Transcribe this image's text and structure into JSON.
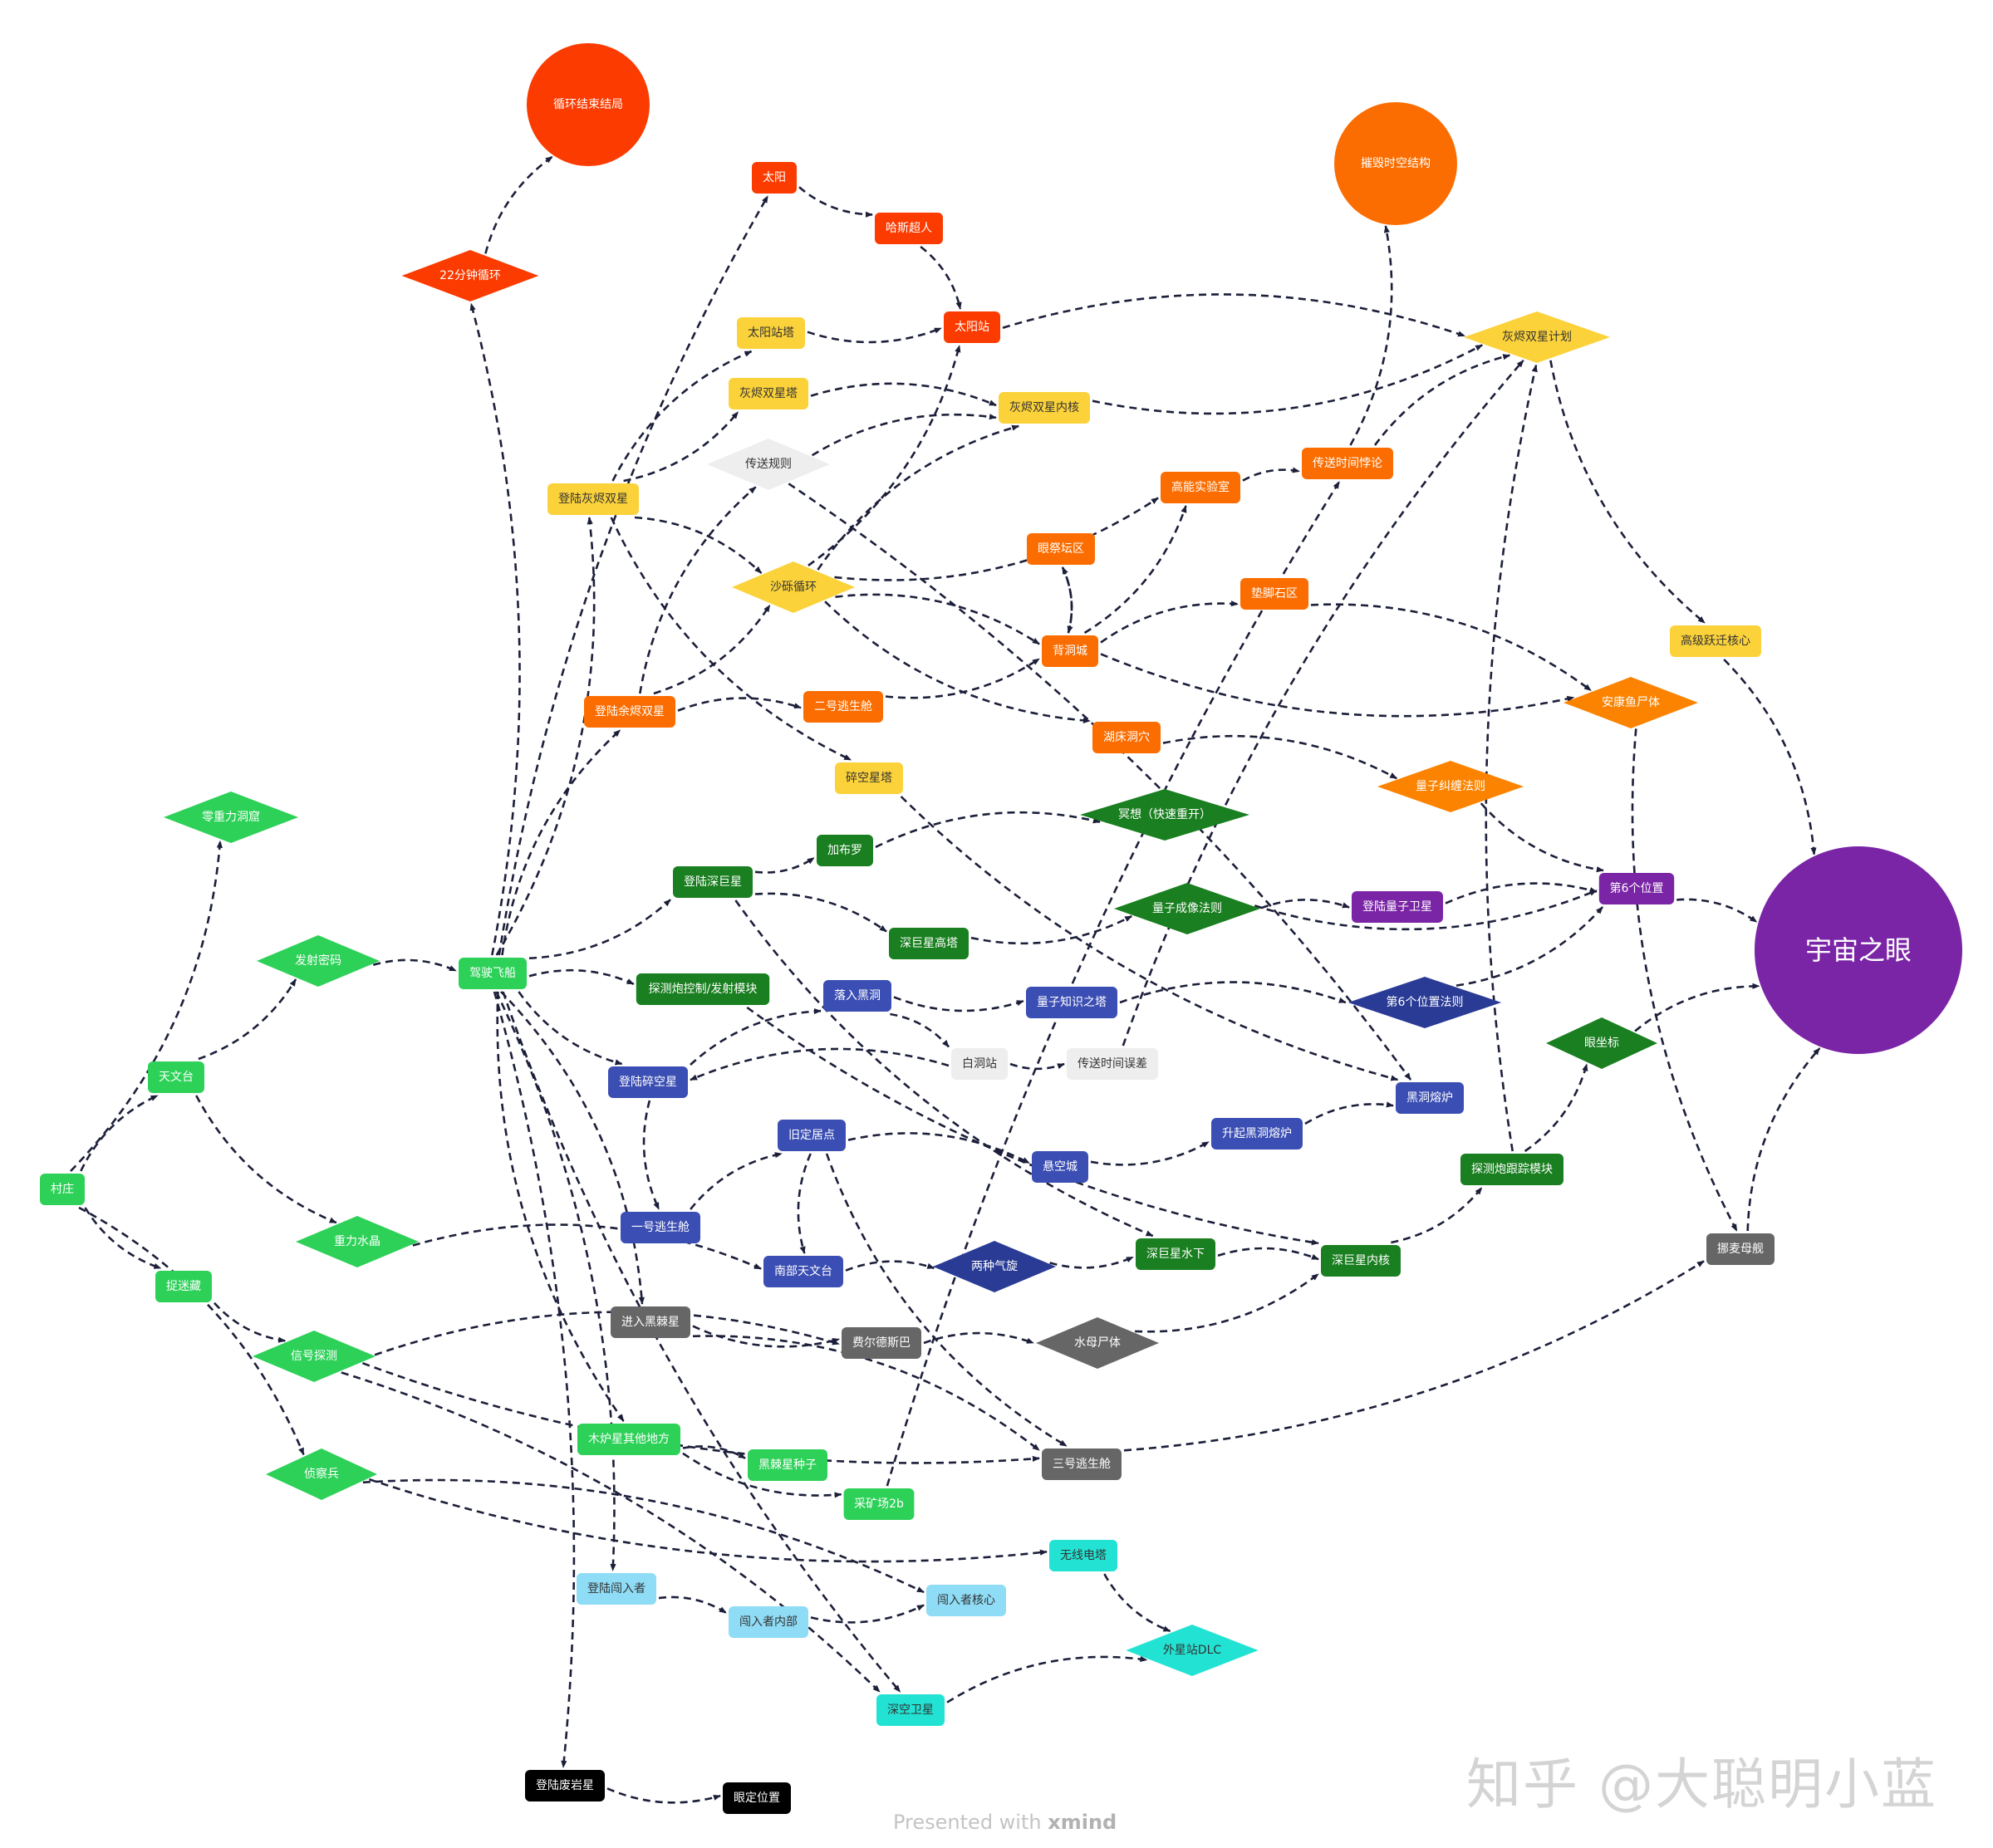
{
  "colors": {
    "red": "#fb3b00",
    "orange": "#fb6d00",
    "orange_light": "#fb8300",
    "yellow": "#fbd23a",
    "green_light": "#2dd158",
    "green_dark": "#1a7f20",
    "blue": "#3b4eb3",
    "purple": "#7a24a6",
    "gray_light": "#eeeeee",
    "gray_dark": "#666666",
    "black": "#000000",
    "sky": "#8fdcf6",
    "cyan": "#22e3d3",
    "navy": "#2a3b95",
    "edge": "#1c1f3a"
  },
  "nodes": [
    {
      "id": "loop_end",
      "label": "循环结束结局",
      "shape": "circle",
      "color": "red"
    },
    {
      "id": "destroy",
      "label": "摧毁时空结构",
      "shape": "circle",
      "color": "orange"
    },
    {
      "id": "eye",
      "label": "宇宙之眼",
      "shape": "circle",
      "color": "purple"
    },
    {
      "id": "loop22",
      "label": "22分钟循环",
      "shape": "diamond",
      "color": "red"
    },
    {
      "id": "sun",
      "label": "太阳",
      "shape": "rect",
      "color": "red"
    },
    {
      "id": "higgs",
      "label": "哈斯超人",
      "shape": "rect",
      "color": "red"
    },
    {
      "id": "sunstation",
      "label": "太阳站",
      "shape": "rect",
      "color": "red"
    },
    {
      "id": "suntower",
      "label": "太阳站塔",
      "shape": "rect",
      "color": "yellow"
    },
    {
      "id": "twintower",
      "label": "灰烬双星塔",
      "shape": "rect",
      "color": "yellow"
    },
    {
      "id": "twincore",
      "label": "灰烬双星内核",
      "shape": "rect",
      "color": "yellow"
    },
    {
      "id": "twinplan",
      "label": "灰烬双星计划",
      "shape": "diamond",
      "color": "yellow"
    },
    {
      "id": "teleport_rule",
      "label": "传送规则",
      "shape": "diamond",
      "color": "gray_light"
    },
    {
      "id": "land_twin",
      "label": "登陆灰烬双星",
      "shape": "rect",
      "color": "yellow"
    },
    {
      "id": "sand_loop",
      "label": "沙砾循环",
      "shape": "diamond",
      "color": "yellow"
    },
    {
      "id": "hi_energy",
      "label": "高能实验室",
      "shape": "rect",
      "color": "orange"
    },
    {
      "id": "time_paradox",
      "label": "传送时间悖论",
      "shape": "rect",
      "color": "orange"
    },
    {
      "id": "eye_altar",
      "label": "眼祭坛区",
      "shape": "rect",
      "color": "orange"
    },
    {
      "id": "stone_area",
      "label": "垫脚石区",
      "shape": "rect",
      "color": "orange"
    },
    {
      "id": "hollow_city",
      "label": "背洞城",
      "shape": "rect",
      "color": "orange"
    },
    {
      "id": "adv_core",
      "label": "高级跃迁核心",
      "shape": "rect",
      "color": "yellow"
    },
    {
      "id": "anglerfish",
      "label": "安康鱼尸体",
      "shape": "diamond",
      "color": "orange_light"
    },
    {
      "id": "land_ember",
      "label": "登陆余烬双星",
      "shape": "rect",
      "color": "orange"
    },
    {
      "id": "pod2",
      "label": "二号逃生舱",
      "shape": "rect",
      "color": "orange"
    },
    {
      "id": "lake_cave",
      "label": "湖床洞穴",
      "shape": "rect",
      "color": "orange"
    },
    {
      "id": "brittle_tower",
      "label": "碎空星塔",
      "shape": "rect",
      "color": "yellow"
    },
    {
      "id": "entangle",
      "label": "量子纠缠法则",
      "shape": "diamond",
      "color": "orange_light"
    },
    {
      "id": "meditate",
      "label": "冥想（快速重开）",
      "shape": "diamond",
      "color": "green_dark"
    },
    {
      "id": "zero_g",
      "label": "零重力洞窟",
      "shape": "diamond",
      "color": "green_light"
    },
    {
      "id": "gabbro",
      "label": "加布罗",
      "shape": "rect",
      "color": "green_dark"
    },
    {
      "id": "land_giant",
      "label": "登陆深巨星",
      "shape": "rect",
      "color": "green_dark"
    },
    {
      "id": "sixth_loc",
      "label": "第6个位置",
      "shape": "rect",
      "color": "purple"
    },
    {
      "id": "giant_tower",
      "label": "深巨星高塔",
      "shape": "rect",
      "color": "green_dark"
    },
    {
      "id": "quantum_img",
      "label": "量子成像法则",
      "shape": "diamond",
      "color": "green_dark"
    },
    {
      "id": "land_qmoon",
      "label": "登陆量子卫星",
      "shape": "rect",
      "color": "purple"
    },
    {
      "id": "launch_code",
      "label": "发射密码",
      "shape": "diamond",
      "color": "green_light"
    },
    {
      "id": "fly_ship",
      "label": "驾驶飞船",
      "shape": "rect",
      "color": "green_light"
    },
    {
      "id": "probe_ctrl",
      "label": "探测炮控制/发射模块",
      "shape": "rect",
      "color": "green_dark"
    },
    {
      "id": "fall_bh",
      "label": "落入黑洞",
      "shape": "rect",
      "color": "blue"
    },
    {
      "id": "qknow_tower",
      "label": "量子知识之塔",
      "shape": "rect",
      "color": "blue"
    },
    {
      "id": "sixth_law",
      "label": "第6个位置法则",
      "shape": "diamond",
      "color": "navy"
    },
    {
      "id": "eye_coord",
      "label": "眼坐标",
      "shape": "diamond",
      "color": "green_dark"
    },
    {
      "id": "observatory",
      "label": "天文台",
      "shape": "rect",
      "color": "green_light"
    },
    {
      "id": "land_brittle",
      "label": "登陆碎空星",
      "shape": "rect",
      "color": "blue"
    },
    {
      "id": "white_hole",
      "label": "白洞站",
      "shape": "rect",
      "color": "gray_light"
    },
    {
      "id": "tele_error",
      "label": "传送时间误差",
      "shape": "rect",
      "color": "gray_light"
    },
    {
      "id": "bh_forge",
      "label": "黑洞熔炉",
      "shape": "rect",
      "color": "blue"
    },
    {
      "id": "raise_forge",
      "label": "升起黑洞熔炉",
      "shape": "rect",
      "color": "blue"
    },
    {
      "id": "old_settle",
      "label": "旧定居点",
      "shape": "rect",
      "color": "blue"
    },
    {
      "id": "hang_city",
      "label": "悬空城",
      "shape": "rect",
      "color": "blue"
    },
    {
      "id": "tracker",
      "label": "探测炮跟踪模块",
      "shape": "rect",
      "color": "green_dark"
    },
    {
      "id": "village",
      "label": "村庄",
      "shape": "rect",
      "color": "green_light"
    },
    {
      "id": "pod1",
      "label": "一号逃生舱",
      "shape": "rect",
      "color": "blue"
    },
    {
      "id": "gravity_crystal",
      "label": "重力水晶",
      "shape": "diamond",
      "color": "green_light"
    },
    {
      "id": "south_obs",
      "label": "南部天文台",
      "shape": "rect",
      "color": "blue"
    },
    {
      "id": "two_storms",
      "label": "两种气旋",
      "shape": "diamond",
      "color": "navy"
    },
    {
      "id": "under_giant",
      "label": "深巨星水下",
      "shape": "rect",
      "color": "green_dark"
    },
    {
      "id": "giant_core",
      "label": "深巨星内核",
      "shape": "rect",
      "color": "green_dark"
    },
    {
      "id": "nomai_ship",
      "label": "挪麦母舰",
      "shape": "rect",
      "color": "gray_dark"
    },
    {
      "id": "hide_seek",
      "label": "捉迷藏",
      "shape": "rect",
      "color": "green_light"
    },
    {
      "id": "enter_dark",
      "label": "进入黑棘星",
      "shape": "rect",
      "color": "gray_dark"
    },
    {
      "id": "feldspar",
      "label": "费尔德斯巴",
      "shape": "rect",
      "color": "gray_dark"
    },
    {
      "id": "jelly",
      "label": "水母尸体",
      "shape": "diamond",
      "color": "gray_dark"
    },
    {
      "id": "signal",
      "label": "信号探测",
      "shape": "diamond",
      "color": "green_light"
    },
    {
      "id": "timber_other",
      "label": "木炉星其他地方",
      "shape": "rect",
      "color": "green_light"
    },
    {
      "id": "bramble_seed",
      "label": "黑棘星种子",
      "shape": "rect",
      "color": "green_light"
    },
    {
      "id": "pod3",
      "label": "三号逃生舱",
      "shape": "rect",
      "color": "gray_dark"
    },
    {
      "id": "scout",
      "label": "侦察兵",
      "shape": "diamond",
      "color": "green_light"
    },
    {
      "id": "mine2b",
      "label": "采矿场2b",
      "shape": "rect",
      "color": "green_light"
    },
    {
      "id": "radio_tower",
      "label": "无线电塔",
      "shape": "rect",
      "color": "cyan"
    },
    {
      "id": "land_stranger",
      "label": "登陆闯入者",
      "shape": "rect",
      "color": "sky"
    },
    {
      "id": "stranger_core",
      "label": "闯入者核心",
      "shape": "rect",
      "color": "sky"
    },
    {
      "id": "stranger_in",
      "label": "闯入者内部",
      "shape": "rect",
      "color": "sky"
    },
    {
      "id": "dlc",
      "label": "外星站DLC",
      "shape": "diamond",
      "color": "cyan"
    },
    {
      "id": "deep_sat",
      "label": "深空卫星",
      "shape": "rect",
      "color": "cyan"
    },
    {
      "id": "land_interloper",
      "label": "登陆废岩星",
      "shape": "rect",
      "color": "black"
    },
    {
      "id": "fixed_pos",
      "label": "眼定位置",
      "shape": "rect",
      "color": "black"
    }
  ],
  "edges": [
    [
      "loop22",
      "loop_end"
    ],
    [
      "fly_ship",
      "loop22"
    ],
    [
      "fly_ship",
      "sun"
    ],
    [
      "sun",
      "higgs"
    ],
    [
      "higgs",
      "sunstation"
    ],
    [
      "suntower",
      "sunstation"
    ],
    [
      "sunstation",
      "twinplan"
    ],
    [
      "twinplan",
      "adv_core"
    ],
    [
      "twintower",
      "twincore"
    ],
    [
      "twincore",
      "twinplan"
    ],
    [
      "land_twin",
      "suntower"
    ],
    [
      "land_twin",
      "twintower"
    ],
    [
      "land_twin",
      "sand_loop"
    ],
    [
      "land_twin",
      "brittle_tower"
    ],
    [
      "teleport_rule",
      "twincore"
    ],
    [
      "sand_loop",
      "sunstation"
    ],
    [
      "sand_loop",
      "twincore"
    ],
    [
      "sand_loop",
      "hi_energy"
    ],
    [
      "sand_loop",
      "hollow_city"
    ],
    [
      "sand_loop",
      "lake_cave"
    ],
    [
      "hi_energy",
      "time_paradox"
    ],
    [
      "time_paradox",
      "destroy"
    ],
    [
      "time_paradox",
      "twinplan"
    ],
    [
      "hollow_city",
      "eye_altar"
    ],
    [
      "eye_altar",
      "hollow_city"
    ],
    [
      "hollow_city",
      "hi_energy"
    ],
    [
      "hollow_city",
      "stone_area"
    ],
    [
      "hollow_city",
      "anglerfish"
    ],
    [
      "stone_area",
      "anglerfish"
    ],
    [
      "land_ember",
      "sand_loop"
    ],
    [
      "land_ember",
      "pod2"
    ],
    [
      "pod2",
      "hollow_city"
    ],
    [
      "lake_cave",
      "entangle"
    ],
    [
      "entangle",
      "sixth_loc"
    ],
    [
      "adv_core",
      "eye"
    ],
    [
      "anglerfish",
      "nomai_ship"
    ],
    [
      "nomai_ship",
      "eye"
    ],
    [
      "fly_ship",
      "land_twin"
    ],
    [
      "fly_ship",
      "land_ember"
    ],
    [
      "fly_ship",
      "land_giant"
    ],
    [
      "fly_ship",
      "probe_ctrl"
    ],
    [
      "fly_ship",
      "land_brittle"
    ],
    [
      "fly_ship",
      "enter_dark"
    ],
    [
      "fly_ship",
      "timber_other"
    ],
    [
      "fly_ship",
      "land_stranger"
    ],
    [
      "fly_ship",
      "deep_sat"
    ],
    [
      "fly_ship",
      "land_interloper"
    ],
    [
      "land_giant",
      "gabbro"
    ],
    [
      "land_giant",
      "giant_tower"
    ],
    [
      "land_giant",
      "under_giant"
    ],
    [
      "gabbro",
      "meditate"
    ],
    [
      "giant_tower",
      "quantum_img"
    ],
    [
      "quantum_img",
      "land_qmoon"
    ],
    [
      "quantum_img",
      "sixth_loc"
    ],
    [
      "land_qmoon",
      "sixth_loc"
    ],
    [
      "sixth_law",
      "sixth_loc"
    ],
    [
      "sixth_loc",
      "eye"
    ],
    [
      "probe_ctrl",
      "giant_core"
    ],
    [
      "land_brittle",
      "fall_bh"
    ],
    [
      "land_brittle",
      "pod1"
    ],
    [
      "fall_bh",
      "white_hole"
    ],
    [
      "fall_bh",
      "qknow_tower"
    ],
    [
      "qknow_tower",
      "sixth_law"
    ],
    [
      "white_hole",
      "tele_error"
    ],
    [
      "tele_error",
      "twinplan"
    ],
    [
      "white_hole",
      "land_brittle"
    ],
    [
      "teleport_rule",
      "bh_forge"
    ],
    [
      "brittle_tower",
      "bh_forge"
    ],
    [
      "raise_forge",
      "bh_forge"
    ],
    [
      "hang_city",
      "raise_forge"
    ],
    [
      "old_settle",
      "hang_city"
    ],
    [
      "old_settle",
      "pod3"
    ],
    [
      "pod1",
      "old_settle"
    ],
    [
      "old_settle",
      "south_obs"
    ],
    [
      "south_obs",
      "two_storms"
    ],
    [
      "two_storms",
      "under_giant"
    ],
    [
      "under_giant",
      "giant_core"
    ],
    [
      "giant_core",
      "tracker"
    ],
    [
      "tracker",
      "twinplan"
    ],
    [
      "tracker",
      "eye_coord"
    ],
    [
      "eye_coord",
      "eye"
    ],
    [
      "village",
      "zero_g"
    ],
    [
      "village",
      "observatory"
    ],
    [
      "village",
      "hide_seek"
    ],
    [
      "village",
      "scout"
    ],
    [
      "observatory",
      "launch_code"
    ],
    [
      "launch_code",
      "fly_ship"
    ],
    [
      "observatory",
      "gravity_crystal"
    ],
    [
      "gravity_crystal",
      "south_obs"
    ],
    [
      "hide_seek",
      "signal"
    ],
    [
      "signal",
      "feldspar"
    ],
    [
      "signal",
      "pod3"
    ],
    [
      "signal",
      "deep_sat"
    ],
    [
      "enter_dark",
      "feldspar"
    ],
    [
      "feldspar",
      "jelly"
    ],
    [
      "jelly",
      "giant_core"
    ],
    [
      "enter_dark",
      "pod3"
    ],
    [
      "pod3",
      "nomai_ship"
    ],
    [
      "timber_other",
      "bramble_seed"
    ],
    [
      "timber_other",
      "mine2b"
    ],
    [
      "mine2b",
      "time_paradox"
    ],
    [
      "scout",
      "radio_tower"
    ],
    [
      "scout",
      "stranger_core"
    ],
    [
      "radio_tower",
      "dlc"
    ],
    [
      "land_stranger",
      "stranger_in"
    ],
    [
      "stranger_in",
      "stranger_core"
    ],
    [
      "deep_sat",
      "dlc"
    ],
    [
      "land_interloper",
      "fixed_pos"
    ],
    [
      "land_ember",
      "teleport_rule"
    ]
  ],
  "watermark": "知乎 @大聪明小蓝",
  "footer": {
    "presented": "Presented with",
    "brand": "xmind"
  }
}
